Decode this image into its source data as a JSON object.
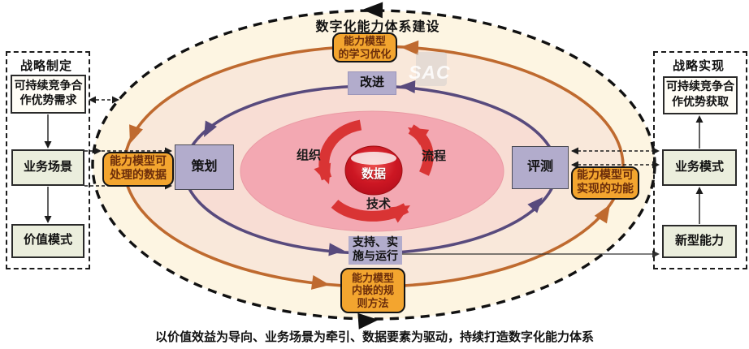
{
  "title": "数字化能力体系建设",
  "caption": "以价值效益为导向、业务场景为牵引、数据要素为驱动，持续打造数字化能力体系",
  "watermark": "SAC",
  "left_panel": {
    "title": "战略制定",
    "box1": "可持续竞争合作优势需求",
    "box2": "业务场景",
    "box3": "价值模式"
  },
  "right_panel": {
    "title": "战略实现",
    "box1": "可持续竞争合作优势获取",
    "box2": "业务模式",
    "box3": "新型能力"
  },
  "pdca": {
    "plan": "策划",
    "improve": "改进",
    "evaluate": "评测",
    "support": [
      "支持、实",
      "施与运行"
    ]
  },
  "capability": {
    "top": [
      "能力模型",
      "的学习优化"
    ],
    "left": [
      "能力模型可",
      "处理的数据"
    ],
    "right": [
      "能力模型可",
      "实现的功能"
    ],
    "bottom": [
      "能力模型",
      "内嵌的规",
      "则方法"
    ]
  },
  "core": {
    "data": "数据",
    "organization": "组织",
    "process": "流程",
    "technology": "技术"
  },
  "colors": {
    "outer_dashed_ring": "#111111",
    "capability_ring": "#bf6a2f",
    "process_ring": "#584a7d",
    "capability_box": "#f3a52f",
    "process_box": "#b2accc",
    "core_ellipse": "#f3a8b2",
    "data_ball": "#c51622",
    "red_arrow": "#d93434",
    "outer_fill": "#fdf5e2",
    "mid_fill": "#f9e8da",
    "inner_fill": "#f8ddd4"
  }
}
